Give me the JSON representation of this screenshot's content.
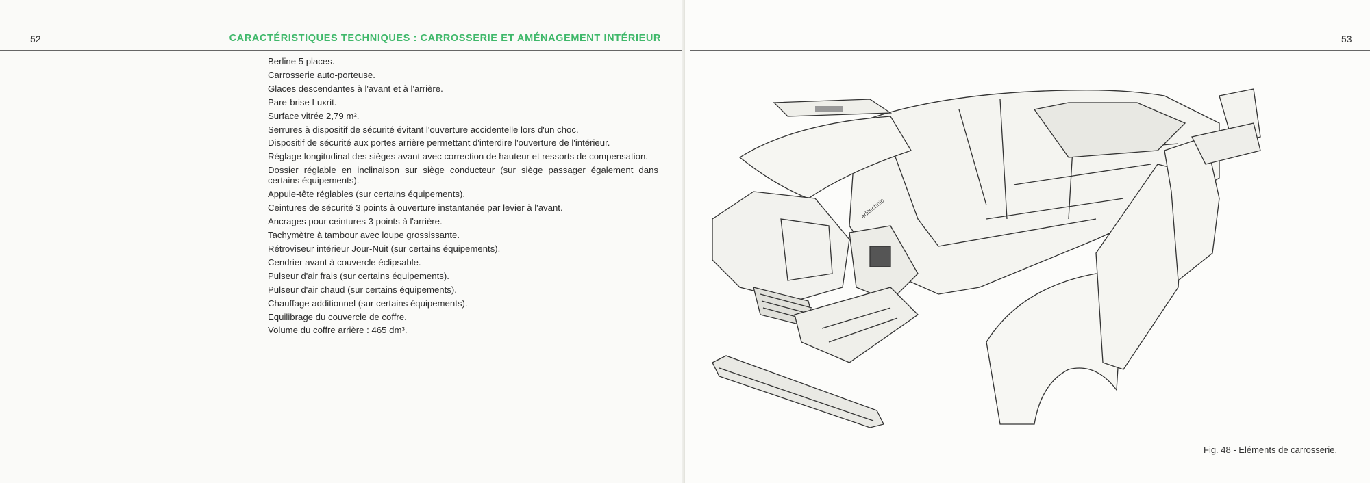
{
  "left_page": {
    "page_number": "52",
    "header": "CARACTÉRISTIQUES TECHNIQUES : CARROSSERIE ET AMÉNAGEMENT INTÉRIEUR",
    "specs": [
      "Berline 5 places.",
      "Carrosserie auto-porteuse.",
      "Glaces descendantes à l'avant et à l'arrière.",
      "Pare-brise Luxrit.",
      "Surface vitrée 2,79 m².",
      "Serrures à dispositif de sécurité évitant l'ouverture accidentelle lors d'un choc.",
      "Dispositif de sécurité aux portes arrière permettant d'interdire l'ouverture de l'intérieur.",
      "Réglage longitudinal des sièges avant avec correction de hauteur et ressorts de compensation.",
      "Dossier réglable en inclinaison sur siège conducteur (sur siège passager également dans certains équipements).",
      "Appuie-tête réglables (sur certains équipements).",
      "Ceintures de sécurité 3 points à ouverture instantanée par levier à l'avant.",
      "Ancrages pour ceintures 3 points à l'arrière.",
      "Tachymètre à tambour avec loupe grossissante.",
      "Rétroviseur intérieur Jour-Nuit (sur certains équipements).",
      "Cendrier avant à couvercle éclipsable.",
      "Pulseur d'air frais (sur certains équipements).",
      "Pulseur d'air chaud (sur certains équipements).",
      "Chauffage additionnel (sur certains équipements).",
      "Equilibrage du couvercle de coffre.",
      "Volume du coffre arrière : 465 dm³."
    ]
  },
  "right_page": {
    "page_number": "53",
    "figure_watermark": "éditechnic",
    "caption": "Fig. 48 - Eléments de carrosserie."
  },
  "colors": {
    "header_green": "#3fb86a"
  }
}
